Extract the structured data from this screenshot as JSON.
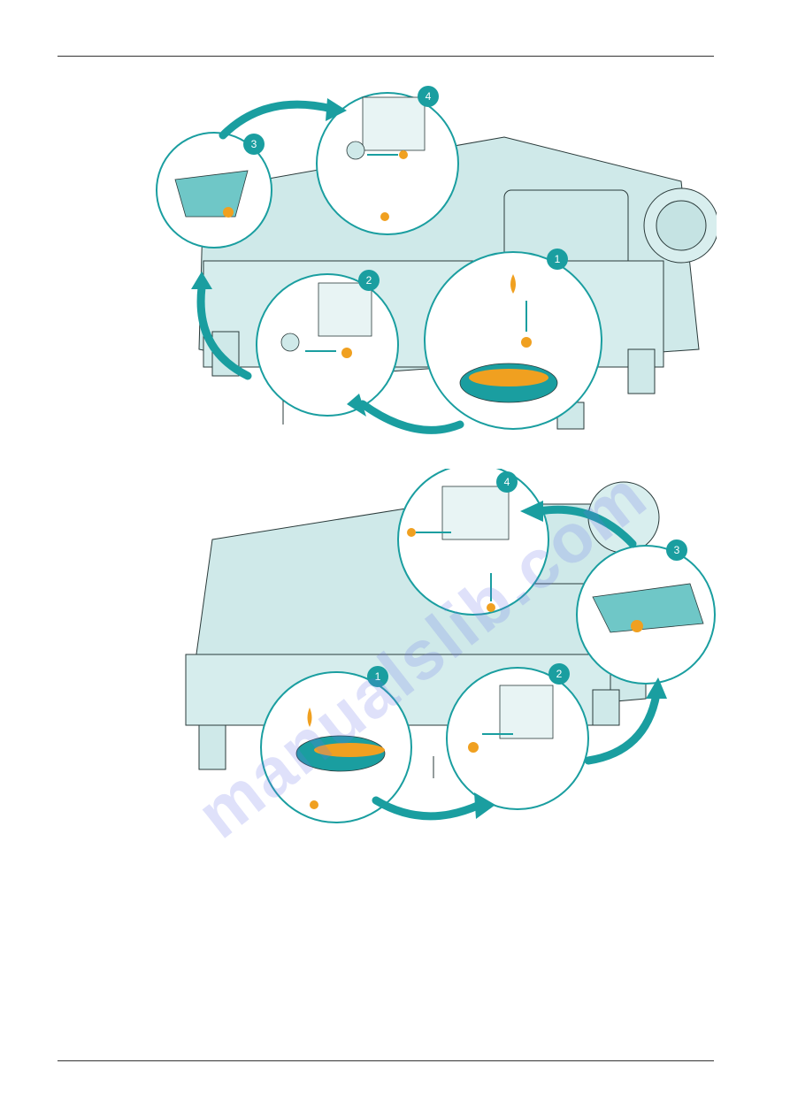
{
  "colors": {
    "machine_fill": "#cfe9e9",
    "outline": "#2a3a3a",
    "accent_teal": "#1a9ea0",
    "oil_orange": "#f0a020",
    "cloth": "#6fc7c7"
  },
  "figures": [
    {
      "steps": [
        {
          "number": "1",
          "icon": "drain-oil-into-pan"
        },
        {
          "number": "2",
          "icon": "unscrew-drain-plug"
        },
        {
          "number": "3",
          "icon": "wipe-plug-with-cloth"
        },
        {
          "number": "4",
          "icon": "reinsert-plug"
        }
      ]
    },
    {
      "steps": [
        {
          "number": "1",
          "icon": "drain-oil-into-pan"
        },
        {
          "number": "2",
          "icon": "unscrew-drain-plug"
        },
        {
          "number": "3",
          "icon": "wipe-plug-with-cloth"
        },
        {
          "number": "4",
          "icon": "reinsert-plug"
        }
      ]
    }
  ],
  "watermark": "manualslib.com"
}
